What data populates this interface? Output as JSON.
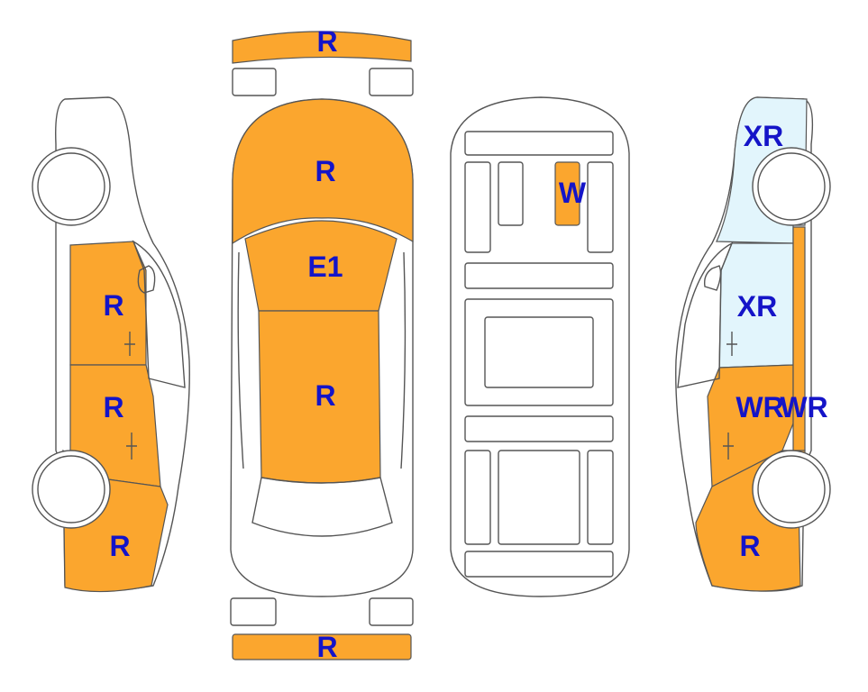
{
  "colors": {
    "damaged": "#FBA62E",
    "light": "#E2F5FC",
    "outline": "#555555",
    "label": "#1414C8"
  },
  "labels": {
    "front_bumper": "R",
    "hood": "R",
    "windshield": "E1",
    "roof": "R",
    "rear_bumper": "R",
    "trunk_lid": "W",
    "left_front_door": "R",
    "left_rear_door": "R",
    "left_rear_quarter": "R",
    "right_front_fender": "XR",
    "right_front_door": "XR",
    "right_rear_door": "WR",
    "right_center_pillar": "WR",
    "right_rear_quarter": "R"
  }
}
